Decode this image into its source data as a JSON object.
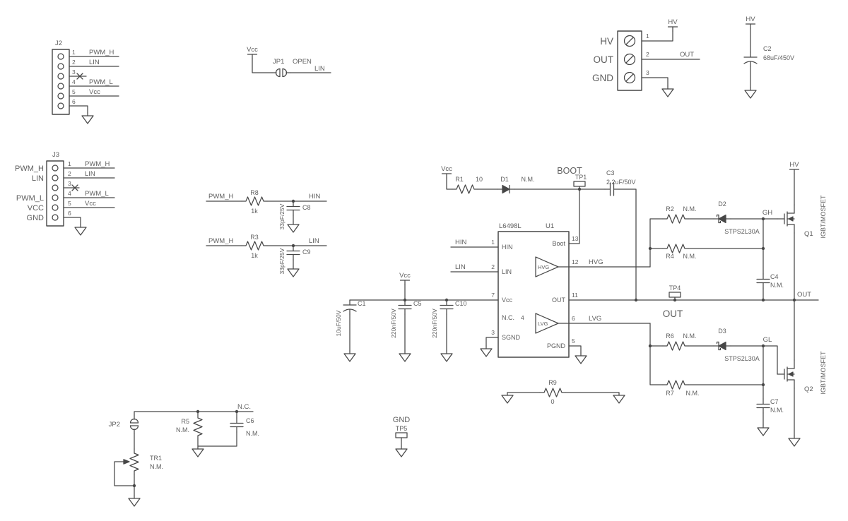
{
  "colors": {
    "background": "#ffffff",
    "wire": "#474747",
    "text": "#5e5e5e"
  },
  "j2": {
    "ref": "J2",
    "pin_numbers": [
      "1",
      "2",
      "3",
      "4",
      "5",
      "6"
    ],
    "net1": "PWM_H",
    "net2": "LIN",
    "net4": "PWM_L",
    "net5": "Vcc"
  },
  "jp1": {
    "ref": "JP1",
    "state": "OPEN",
    "left_net": "Vcc",
    "right_net": "LIN"
  },
  "power_terminal": {
    "row1": {
      "label": "HV",
      "pin": "1",
      "net": "HV"
    },
    "row2": {
      "label": "OUT",
      "pin": "2",
      "net": "OUT"
    },
    "row3": {
      "label": "GND",
      "pin": "3"
    }
  },
  "c2": {
    "ref": "C2",
    "value": "68uF/450V",
    "net": "HV"
  },
  "j3": {
    "ref": "J3",
    "rows": [
      {
        "left": "PWM_H",
        "pin": "1",
        "net": "PWM_H"
      },
      {
        "left": "LIN",
        "pin": "2",
        "net": "LIN"
      },
      {
        "pin": "3"
      },
      {
        "left": "PWM_L",
        "pin": "4",
        "net": "PWM_L"
      },
      {
        "left": "VCC",
        "pin": "5",
        "net": "Vcc"
      },
      {
        "left": "GND",
        "pin": "6"
      }
    ]
  },
  "r8": {
    "ref": "R8",
    "value": "1k",
    "in_net": "PWM_H",
    "out_net": "HIN"
  },
  "c8": {
    "ref": "C8",
    "value": "33pF/25V"
  },
  "r3": {
    "ref": "R3",
    "value": "1k",
    "in_net": "PWM_H",
    "out_net": "LIN"
  },
  "c9": {
    "ref": "C9",
    "value": "33pF/25V"
  },
  "vcc_flag": "Vcc",
  "r1": {
    "ref": "R1",
    "value": "10"
  },
  "d1": {
    "ref": "D1",
    "value": "N.M."
  },
  "boot_label": "BOOT",
  "tp1": {
    "ref": "TP1"
  },
  "c3": {
    "ref": "C3",
    "value": "2.2uF/50V"
  },
  "u1": {
    "part": "L6498L",
    "ref": "U1",
    "pins": {
      "hin": {
        "num": "1",
        "name": "HIN",
        "net": "HIN"
      },
      "lin": {
        "num": "2",
        "name": "LIN",
        "net": "LIN"
      },
      "vcc": {
        "num": "7",
        "name": "Vcc"
      },
      "nc": {
        "num": "4",
        "name": "N.C."
      },
      "sgnd": {
        "num": "3",
        "name": "SGND"
      },
      "boot": {
        "num": "13",
        "name": "Boot"
      },
      "hvg": {
        "num": "12",
        "name": "HVG",
        "net": "HVG"
      },
      "out": {
        "num": "11",
        "name": "OUT"
      },
      "lvg": {
        "num": "6",
        "name": "LVG",
        "net": "LVG"
      },
      "pgnd": {
        "num": "5",
        "name": "PGND"
      }
    },
    "buffers": {
      "high": "HVG",
      "low": "LVG"
    }
  },
  "c1": {
    "ref": "C1",
    "value": "10uF/50V"
  },
  "c5": {
    "ref": "C5",
    "value": "220nF/50V"
  },
  "c10": {
    "ref": "C10",
    "value": "220nF/50V"
  },
  "r2": {
    "ref": "R2",
    "value": "N.M."
  },
  "d2": {
    "ref": "D2",
    "part": "STPS2L30A"
  },
  "r4": {
    "ref": "R4",
    "value": "N.M."
  },
  "gh_net": "GH",
  "q1": {
    "ref": "Q1",
    "type": "IGBT/MOSFET",
    "top_net": "HV"
  },
  "c4": {
    "ref": "C4",
    "value": "N.M."
  },
  "tp4": {
    "ref": "TP4"
  },
  "out_label": "OUT",
  "out_net": "OUT",
  "r6": {
    "ref": "R6",
    "value": "N.M."
  },
  "d3": {
    "ref": "D3",
    "part": "STPS2L30A"
  },
  "r7": {
    "ref": "R7",
    "value": "N.M."
  },
  "gl_net": "GL",
  "q2": {
    "ref": "Q2",
    "type": "IGBT/MOSFET"
  },
  "c7": {
    "ref": "C7",
    "value": "N.M."
  },
  "r9": {
    "ref": "R9",
    "value": "0"
  },
  "nc_net": "N.C.",
  "jp2": {
    "ref": "JP2"
  },
  "r5": {
    "ref": "R5",
    "value": "N.M."
  },
  "c6": {
    "ref": "C6",
    "value": "N.M."
  },
  "tr1": {
    "ref": "TR1",
    "value": "N.M."
  },
  "tp5": {
    "net": "GND",
    "ref": "TP5"
  }
}
